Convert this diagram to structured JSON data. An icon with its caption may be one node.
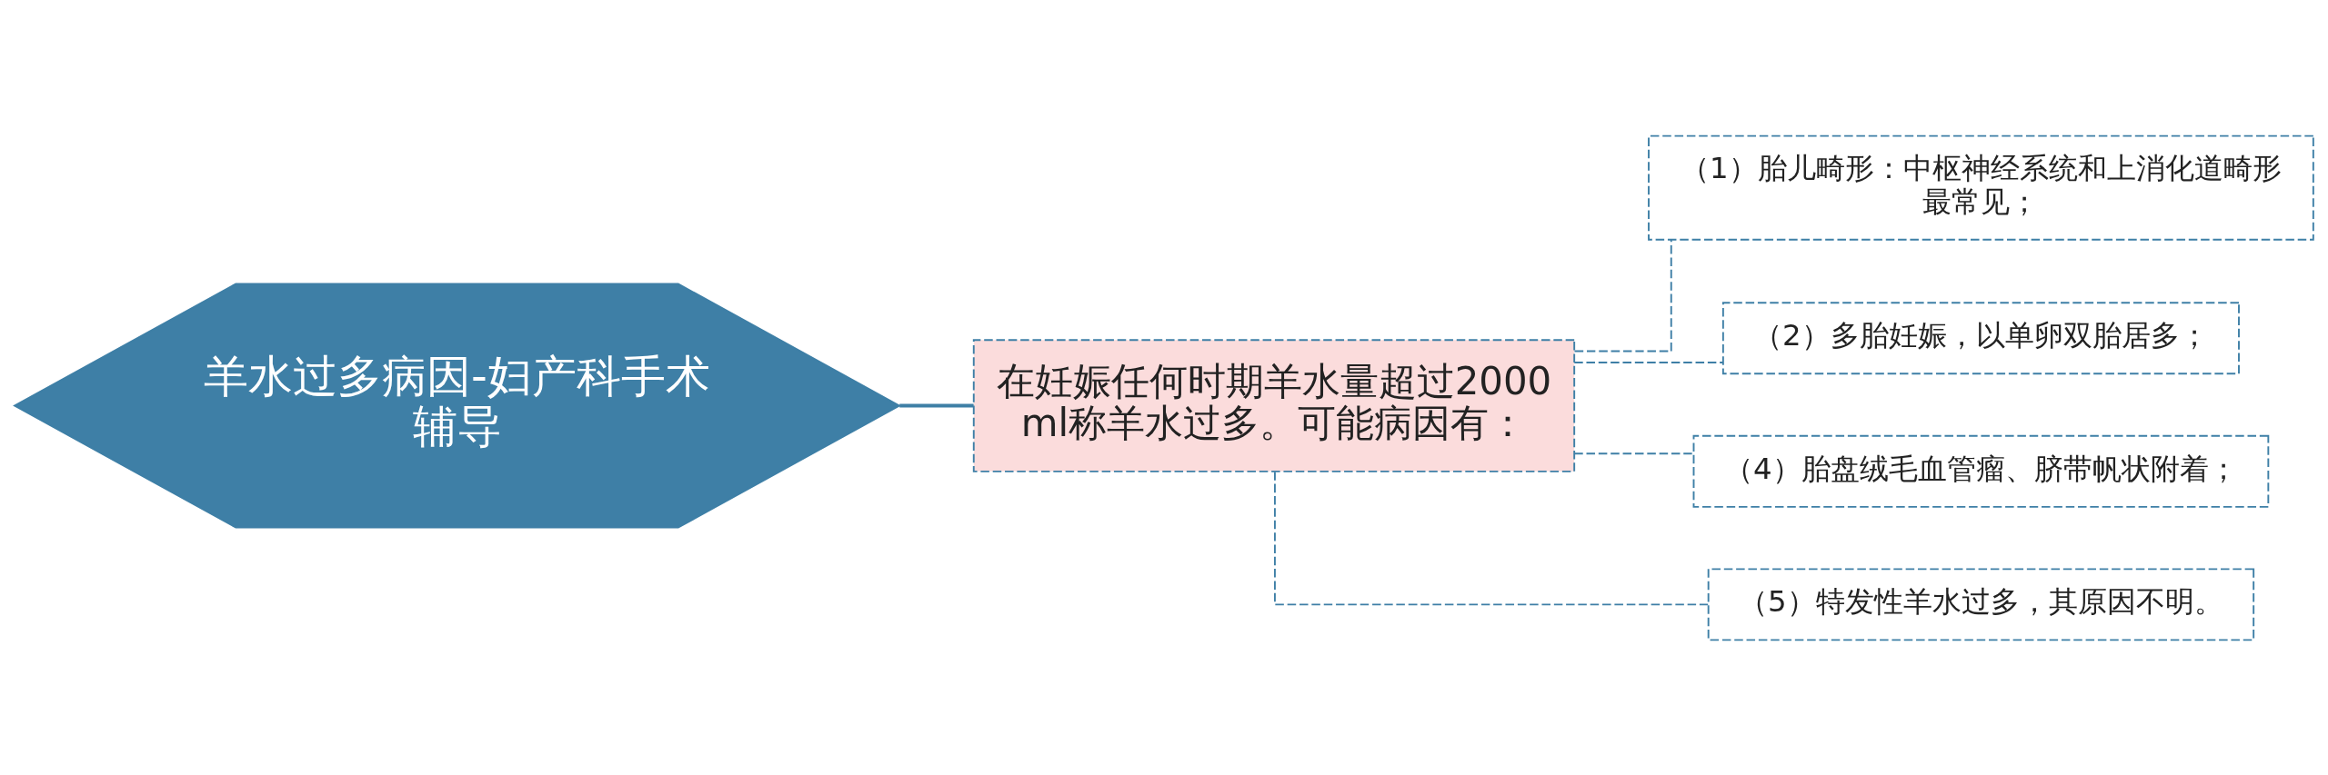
{
  "diagram": {
    "nodes": [
      {
        "text": [
          "羊水过多病因-妇产科手术辅导"
        ]
      },
      {
        "text": [
          "在妊娠任何时期羊水量超过2000ml称羊水过多。可能病因有："
        ]
      },
      {
        "text": [
          "（1）胎儿畸形：中枢神经系统和上消化道畸形最常见；"
        ]
      },
      {
        "text": [
          "（2）多胎妊娠，以单卵双胎居多；"
        ]
      },
      {
        "text": [
          "（4）胎盘绒毛血管瘤、脐带帆状附着；"
        ]
      },
      {
        "text": [
          "（5）特发性羊水过多，其原因不明。"
        ]
      }
    ],
    "edges": [
      {
        "from": 0,
        "to": 1,
        "arrow": "none"
      },
      {
        "from": 1,
        "to": 2,
        "arrow": "none",
        "style": "dashed"
      },
      {
        "from": 1,
        "to": 3,
        "arrow": "none",
        "style": "dashed"
      },
      {
        "from": 1,
        "to": 4,
        "arrow": "none",
        "style": "dashed"
      },
      {
        "from": 1,
        "to": 5,
        "arrow": "none",
        "style": "dashed"
      }
    ]
  }
}
